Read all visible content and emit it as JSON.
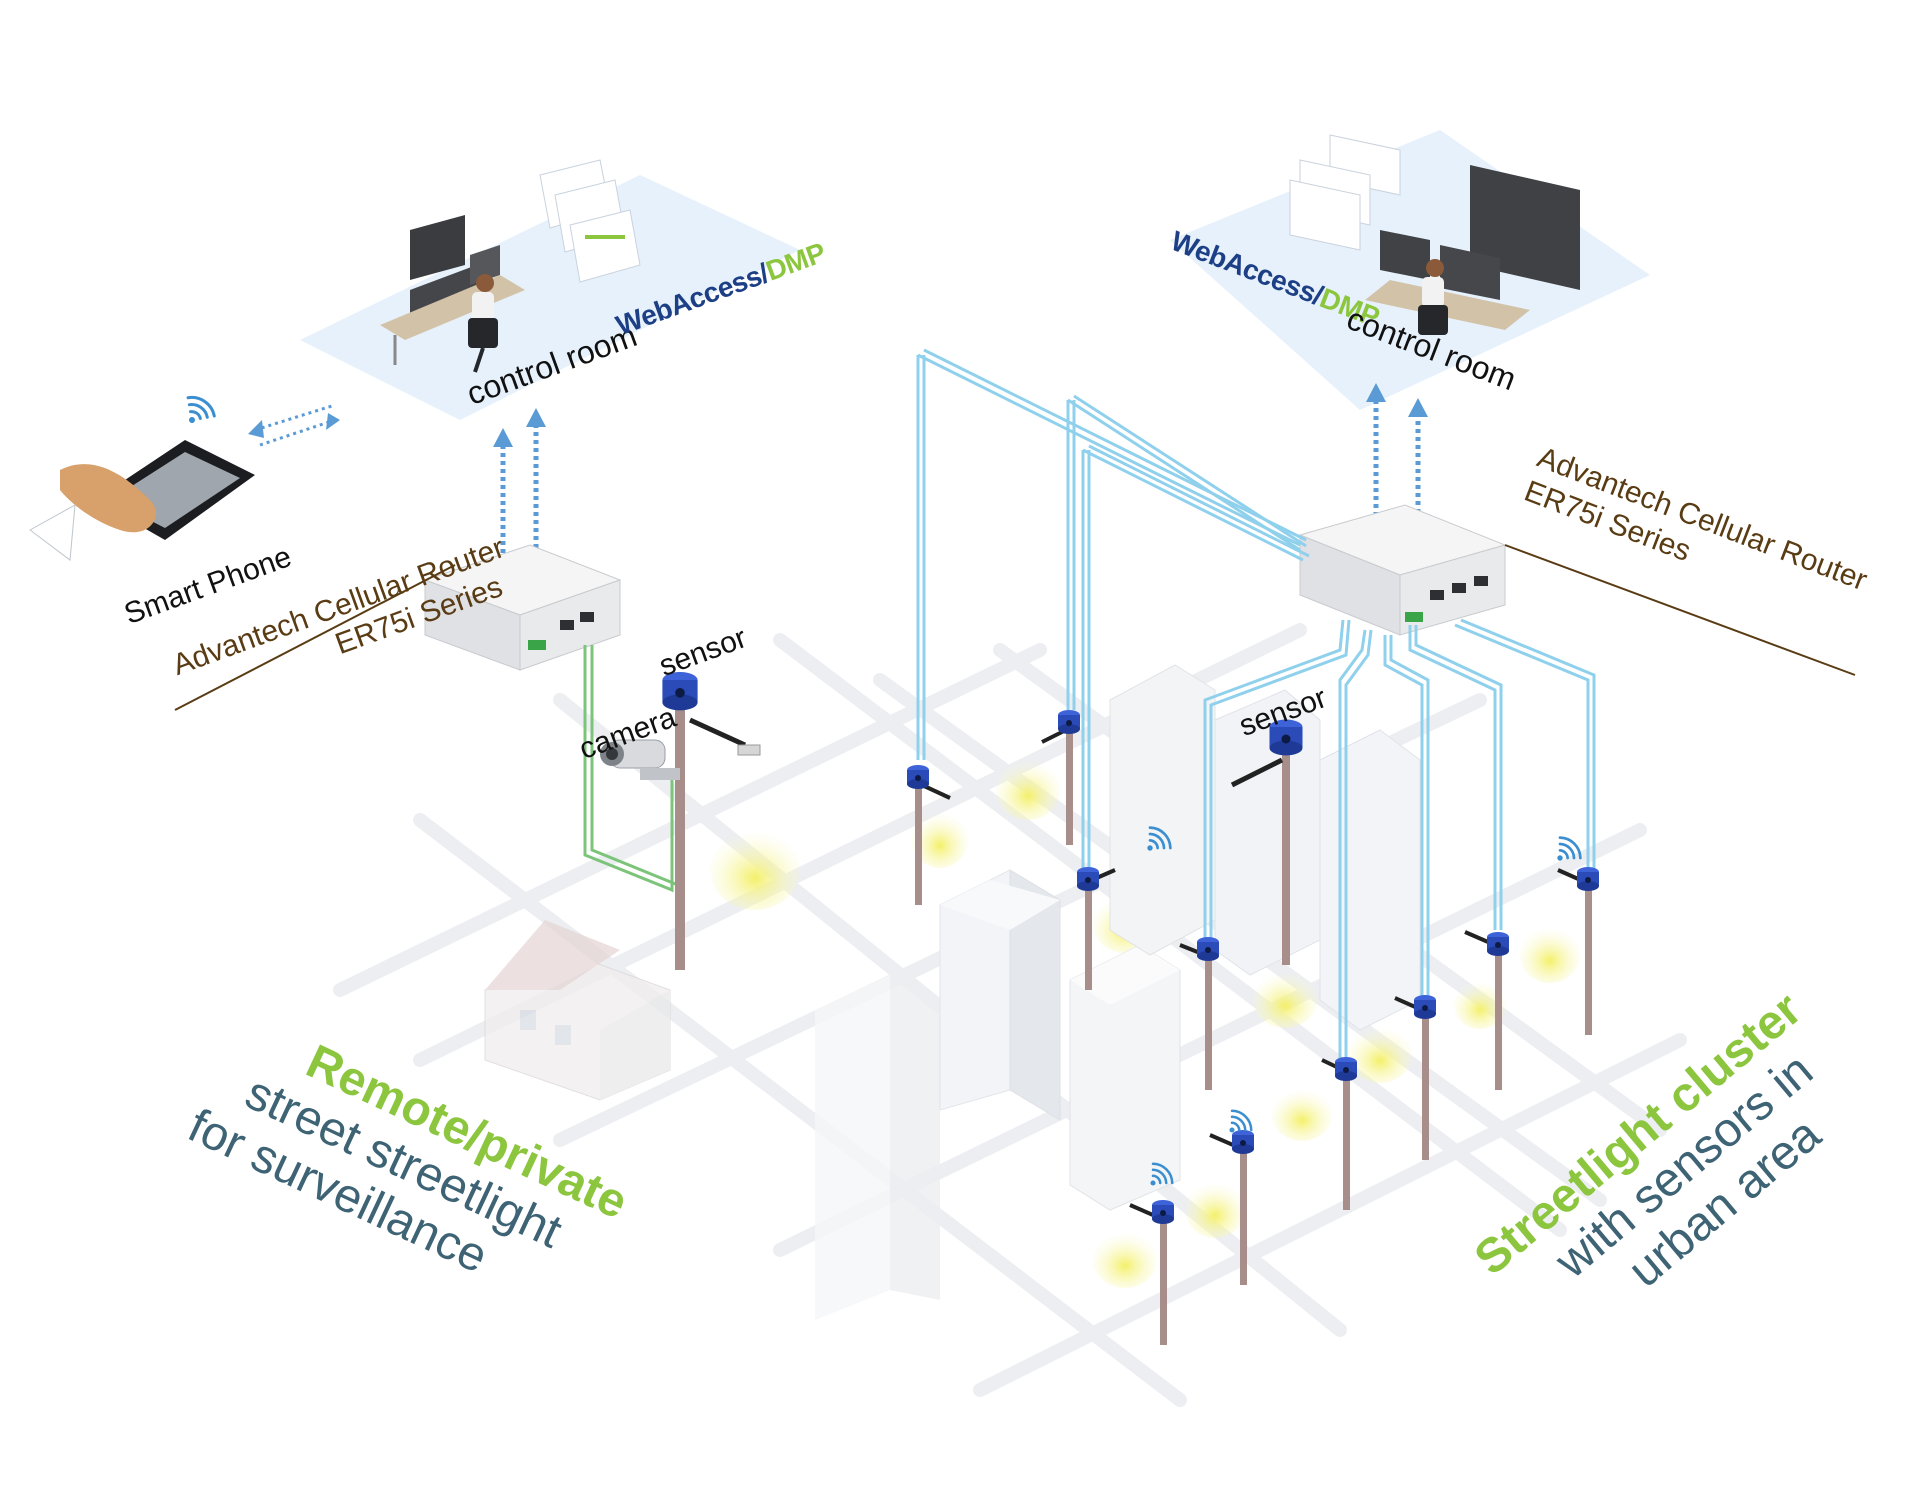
{
  "labels": {
    "left_control_room": "control room",
    "right_control_room": "control room",
    "brand_web": "WebAccess/",
    "brand_dmp": "DMP",
    "smart_phone": "Smart Phone",
    "left_router_line1": "Advantech Cellular Router",
    "left_router_line2": "ER75i Series",
    "right_router_line1": "Advantech Cellular Router",
    "right_router_line2": "ER75i Series",
    "camera": "camera",
    "left_sensor": "sensor",
    "right_sensor": "sensor",
    "left_caption_line1": "Remote/private",
    "left_caption_line2": "street streetlight",
    "left_caption_line3": "for surveillance",
    "right_caption_line1": "Streetlight cluster",
    "right_caption_line2": "with sensors in",
    "right_caption_line3": "urban area"
  },
  "colors": {
    "brand_blue": "#1d3f86",
    "brand_green": "#8cc63f",
    "router_label": "#5a3c14",
    "caption_blue": "#3d6374",
    "cable_blue": "#8fd0ec",
    "cable_green": "#7cc47a",
    "arrow_blue": "#5b9bd5",
    "sensor_blue": "#2f53c6",
    "platform": "#e6f1fb"
  },
  "icons": [
    "phone-icon",
    "hand-icon",
    "wifi-icon",
    "router-icon",
    "camera-icon",
    "sensor-icon",
    "monitor-icon",
    "operator-icon",
    "building-icon",
    "house-icon",
    "arrow-icon"
  ]
}
